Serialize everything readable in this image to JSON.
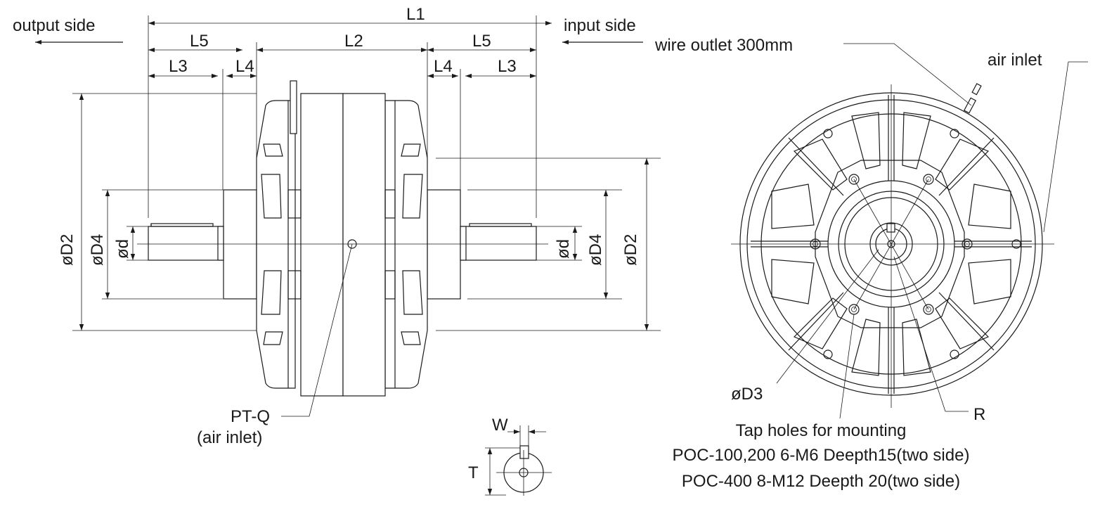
{
  "labels": {
    "output_side": "output side",
    "input_side": "input side",
    "L1": "L1",
    "L2": "L2",
    "L3": "L3",
    "L4": "L4",
    "L5": "L5",
    "D2": "øD2",
    "D4": "øD4",
    "d": "ød",
    "wire_outlet": "wire outlet 300mm",
    "air_inlet": "air inlet",
    "ptq": "PT-Q",
    "ptq_note": "(air inlet)",
    "W": "W",
    "T": "T",
    "D3": "øD3",
    "R": "R",
    "tap_title": "Tap holes for mounting",
    "tap_line1": "POC-100,200 6-M6 Deepth15(two side)",
    "tap_line2": "POC-400 8-M12 Deepth 20(two side)"
  }
}
